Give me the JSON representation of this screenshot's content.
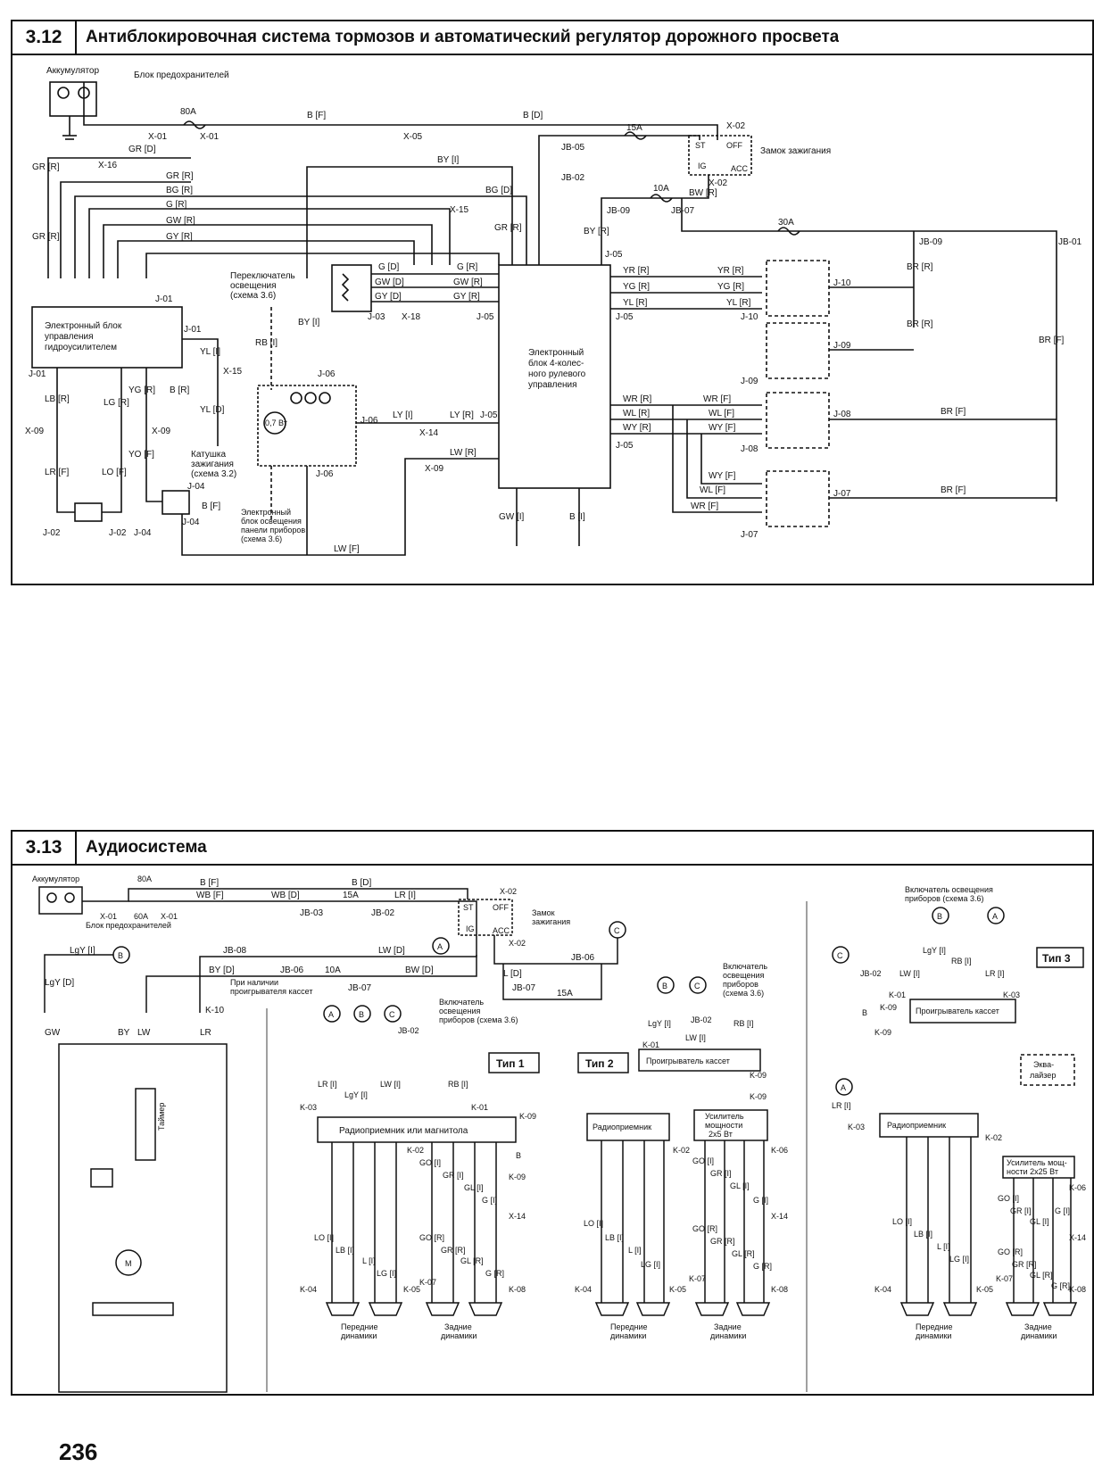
{
  "page_number": "236",
  "section_312": {
    "number": "3.12",
    "title": "Антиблокировочная система тормозов и автоматический регулятор дорожного просвета",
    "labels": {
      "battery": "Аккумулятор",
      "fuse_block": "Блок предохранителей",
      "fuse_80a": "80A",
      "fuse_15a": "15A",
      "fuse_10a": "10A",
      "fuse_30a": "30A",
      "ignition_switch": "Замок зажигания",
      "st": "ST",
      "off": "OFF",
      "ig": "IG",
      "acc": "ACC",
      "headlight_switch_1": "Переключатель",
      "headlight_switch_2": "освещения",
      "headlight_switch_3": "(схема 3.6)",
      "power_steering_ecu_1": "Электронный блок",
      "power_steering_ecu_2": "управления",
      "power_steering_ecu_3": "гидроусилителем",
      "four_ws_ecu_1": "Электронный",
      "four_ws_ecu_2": "блок 4-колес-",
      "four_ws_ecu_3": "ного рулевого",
      "four_ws_ecu_4": "управления",
      "ignition_coil_1": "Катушка",
      "ignition_coil_2": "зажигания",
      "ignition_coil_3": "(схема 3.2)",
      "panel_light_1": "Электронный",
      "panel_light_2": "блок освещения",
      "panel_light_3": "панели приборов",
      "panel_light_4": "(схема 3.6)",
      "lamp_rating": "0,7 Вт",
      "w_bf": "B [F]",
      "w_bd": "B [D]",
      "w_grd": "GR [D]",
      "w_grr": "GR [R]",
      "w_byi": "BY [I]",
      "w_bgr": "BG [R]",
      "w_bgd": "BG [D]",
      "w_gr": "G [R]",
      "w_gwr": "GW [R]",
      "w_gyr": "GY [R]",
      "w_gd": "G [D]",
      "w_gwd": "GW [D]",
      "w_gyd": "GY [D]",
      "w_bwr": "BW [R]",
      "w_byr": "BY [R]",
      "w_yrr": "YR [R]",
      "w_ygr": "YG [R]",
      "w_ylr": "YL [R]",
      "w_brr": "BR [R]",
      "w_brf": "BR [F]",
      "w_wrr": "WR [R]",
      "w_wlr": "WL [R]",
      "w_wyr": "WY [R]",
      "w_wrf": "WR [F]",
      "w_wlf": "WL [F]",
      "w_wyf": "WY [F]",
      "w_yli": "YL [I]",
      "w_yld": "YL [D]",
      "w_lbr": "LB [R]",
      "w_lgr": "LG [R]",
      "w_lrf": "LR [F]",
      "w_lof": "LO [F]",
      "w_ygr2": "YG [R]",
      "w_yof": "YO [F]",
      "w_br": "B [R]",
      "w_rbi": "RB [I]",
      "w_byi2": "BY [I]",
      "w_lyi": "LY [I]",
      "w_lyr": "LY [R]",
      "w_lwr": "LW [R]",
      "w_lwf": "LW [F]",
      "w_gwi": "GW [I]",
      "w_bi": "B [I]",
      "x01": "X-01",
      "x02": "X-02",
      "x05": "X-05",
      "x09": "X-09",
      "x14": "X-14",
      "x15": "X-15",
      "x16": "X-16",
      "x18": "X-18",
      "jb01": "JB-01",
      "jb02": "JB-02",
      "jb05": "JB-05",
      "jb07": "JB-07",
      "jb09": "JB-09",
      "j01": "J-01",
      "j02": "J-02",
      "j03": "J-03",
      "j04": "J-04",
      "j05": "J-05",
      "j06": "J-06",
      "j07": "J-07",
      "j08": "J-08",
      "j09": "J-09",
      "j10": "J-10"
    }
  },
  "section_313": {
    "number": "3.13",
    "title": "Аудиосистема",
    "labels": {
      "battery": "Аккумулятор",
      "fuse_block": "Блок предохранителей",
      "fuse_80a": "80A",
      "fuse_60a": "60A",
      "fuse_15a": "15A",
      "fuse_10a": "10A",
      "ignition_switch_1": "Замок",
      "ignition_switch_2": "зажигания",
      "st": "ST",
      "off": "OFF",
      "ig": "IG",
      "acc": "ACC",
      "cassette_note_1": "При наличии",
      "cassette_note_2": "проигрывателя кассет",
      "timer": "Таймер",
      "panel_light_1": "Включатель",
      "panel_light_2": "освещения",
      "panel_light_3": "приборов (схема 3.6)",
      "panel_light_t2_1": "Включатель",
      "panel_light_t2_2": "освещения",
      "panel_light_t2_3": "приборов",
      "panel_light_t2_4": "(схема 3.6)",
      "panel_light_t3_1": "Включатель освещения",
      "panel_light_t3_2": "приборов (схема 3.6)",
      "type1": "Тип 1",
      "type2": "Тип 2",
      "type3": "Тип 3",
      "radio_or_tape": "Радиоприемник или магнитола",
      "radio": "Радиоприемник",
      "cassette_player": "Проигрыватель кассет",
      "amp_2x5_1": "Усилитель",
      "amp_2x5_2": "мощности",
      "amp_2x5_3": "2x5 Вт",
      "amp_2x25_1": "Усилитель мощ-",
      "amp_2x25_2": "ности 2x25 Вт",
      "equalizer_1": "Эква-",
      "equalizer_2": "лайзер",
      "front_speakers_1": "Передние",
      "front_speakers_2": "динамики",
      "rear_speakers_1": "Задние",
      "rear_speakers_2": "динамики",
      "w_bf": "B [F]",
      "w_bd": "B [D]",
      "w_wbf": "WB [F]",
      "w_wbd": "WB [D]",
      "w_lri": "LR [I]",
      "w_lgyi": "LgY [I]",
      "w_lgyd": "LgY [D]",
      "w_lwd": "LW [D]",
      "w_byd": "BY [D]",
      "w_bwd": "BW [D]",
      "w_ld": "L [D]",
      "w_gw": "GW",
      "w_by": "BY",
      "w_lw": "LW",
      "w_lr": "LR",
      "w_b": "B",
      "w_lwi": "LW [I]",
      "w_rbi": "RB [I]",
      "w_loi": "LO [I]",
      "w_lbi": "LB [I]",
      "w_li": "L [I]",
      "w_lgi": "LG [I]",
      "w_goi": "GO [I]",
      "w_gri": "GR [I]",
      "w_gli": "GL [I]",
      "w_gi": "G [I]",
      "w_gor": "GO [R]",
      "w_grr": "GR [R]",
      "w_glr": "GL [R]",
      "w_gr": "G [R]",
      "x01": "X-01",
      "x02": "X-02",
      "x14": "X-14",
      "jb02": "JB-02",
      "jb03": "JB-03",
      "jb06": "JB-06",
      "jb07": "JB-07",
      "jb08": "JB-08",
      "k01": "K-01",
      "k02": "K-02",
      "k03": "K-03",
      "k04": "K-04",
      "k05": "K-05",
      "k06": "K-06",
      "k07": "K-07",
      "k08": "K-08",
      "k09": "K-09",
      "k10": "K-10",
      "conn_a": "A",
      "conn_b": "B",
      "conn_c": "C"
    }
  }
}
